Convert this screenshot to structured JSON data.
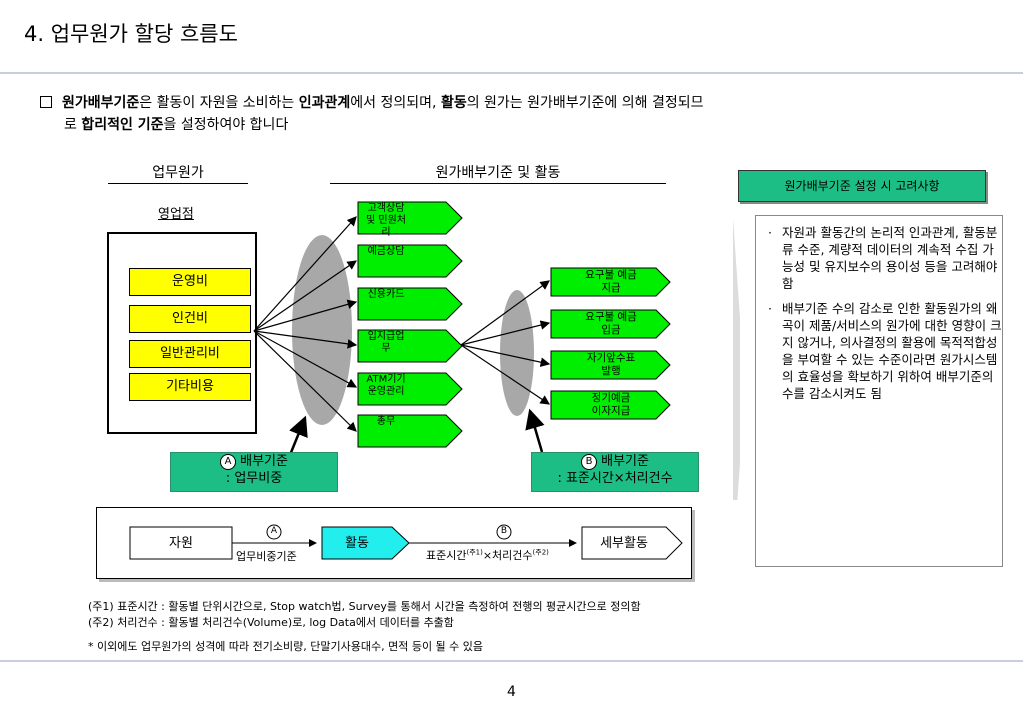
{
  "title": "4. 업무원가 할당 흐름도",
  "intro": {
    "b1": "원가배부기준",
    "t1": "은 활동이 자원을 소비하는 ",
    "b2": "인과관계",
    "t2": "에서 정의되며, ",
    "b3": "활동",
    "t3": "의 원가는 원가배부기준에 의해 결정되므",
    "t4": "로 ",
    "b4": "합리적인 기준",
    "t5": "을 설정하여야 합니다"
  },
  "left_header": "업무원가",
  "mid_header": "원가배부기준 및 활동",
  "branch": "영업점",
  "cost_items": [
    "운영비",
    "인건비",
    "일반관리비",
    "기타비용"
  ],
  "activities": [
    "고객상담 및 민원처리",
    "예금상담",
    "신용카드",
    "입지급업무",
    "ATM기기 운영관리",
    "총무"
  ],
  "sub_activities": [
    "요구불 예금 지급",
    "요구불 예금 입금",
    "자기앞수표 발행",
    "정기예금 이자지급"
  ],
  "basis_a": {
    "marker": "A",
    "line1": "배부기준",
    "line2": ": 업무비중"
  },
  "basis_b": {
    "marker": "B",
    "line1": "배부기준",
    "line2": ": 표준시간×처리건수"
  },
  "consider": {
    "head": "원가배부기준 설정 시 고려사항",
    "items": [
      "자원과 활동간의 논리적 인과관계, 활동분류 수준, 계량적 데이터의 계속적 수집 가능성 및 유지보수의 용이성 등을 고려해야 함",
      "배부기준 수의 감소로 인한 활동원가의 왜곡이 제품/서비스의 원가에 대한 영향이 크지 않거나, 의사결정의 활용에 목적적합성을 부여할 수 있는 수준이라면 원가시스템의 효율성을 확보하기 위하여 배부기준의 수를 감소시켜도 됨"
    ]
  },
  "flow": {
    "resource": "자원",
    "activity": "활동",
    "detail": "세부활동",
    "marker_a": "A",
    "marker_b": "B",
    "label_a": "업무비중기준",
    "label_b": "표준시간",
    "label_b_sup1": "(주1)",
    "label_b_mid": "×처리건수",
    "label_b_sup2": "(주2)"
  },
  "notes": [
    "(주1) 표준시간 : 활동별 단위시간으로, Stop watch법, Survey를 통해서 시간을 측정하여 전행의 평균시간으로 정의함",
    "(주2) 처리건수 : 활동별 처리건수(Volume)로, log Data에서 데이터를 추출함",
    "* 이외에도 업무원가의 성격에 따라 전기소비량, 단말기사용대수, 면적 등이 될 수 있음"
  ],
  "page_number": "4",
  "colors": {
    "green_arrow": "#00ee00",
    "teal": "#1dbd86",
    "yellow": "#ffff00",
    "cyan": "#22eeee",
    "ellipse": "#a8a8a8"
  }
}
